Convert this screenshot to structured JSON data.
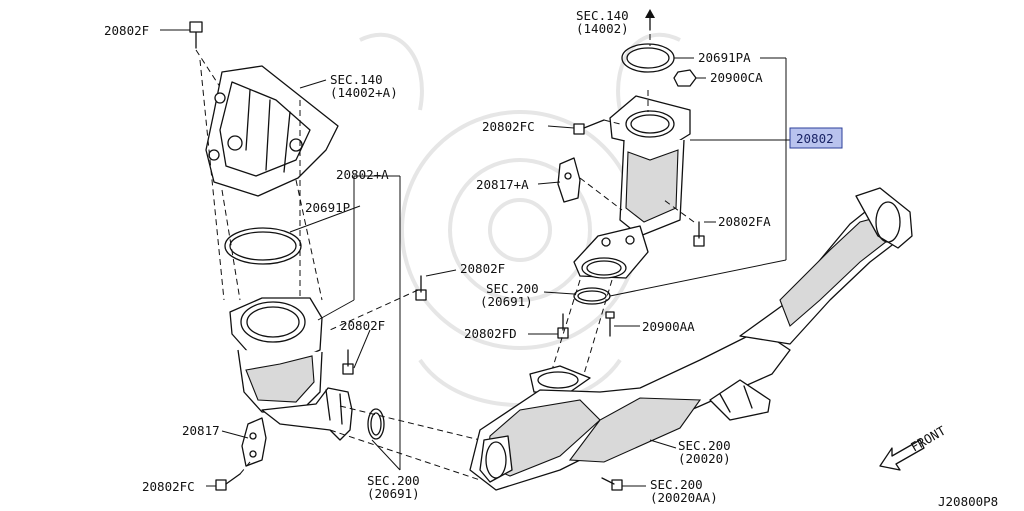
{
  "labels": {
    "l_20802F_top": "20802F",
    "l_sec140_left_1": "SEC.140",
    "l_sec140_left_2": "(14002+A)",
    "l_20802A": "20802+A",
    "l_20691P": "20691P",
    "l_20802F_mid": "20802F",
    "l_20802F_low": "20802F",
    "l_20817": "20817",
    "l_20802FC_bottom": "20802FC",
    "l_sec200_b_1": "SEC.200",
    "l_sec200_b_2": "(20691)",
    "l_sec140_top_1": "SEC.140",
    "l_sec140_top_2": "(14002)",
    "l_20691PA": "20691PA",
    "l_20900CA": "20900CA",
    "l_20802FC_mid": "20802FC",
    "l_20802": "20802",
    "l_20817A": "20817+A",
    "l_20802FA": "20802FA",
    "l_sec200_m_1": "SEC.200",
    "l_sec200_m_2": "(20691)",
    "l_20802FD": "20802FD",
    "l_20900AA": "20900AA",
    "l_sec200_r_1": "SEC.200",
    "l_sec200_r_2": "(20020)",
    "l_sec200_br_1": "SEC.200",
    "l_sec200_br_2": "(20020AA)",
    "l_front": "FRONT",
    "l_code": "J20800P8"
  },
  "colors": {
    "highlight": "#b9c3ee",
    "line": "#111111"
  }
}
